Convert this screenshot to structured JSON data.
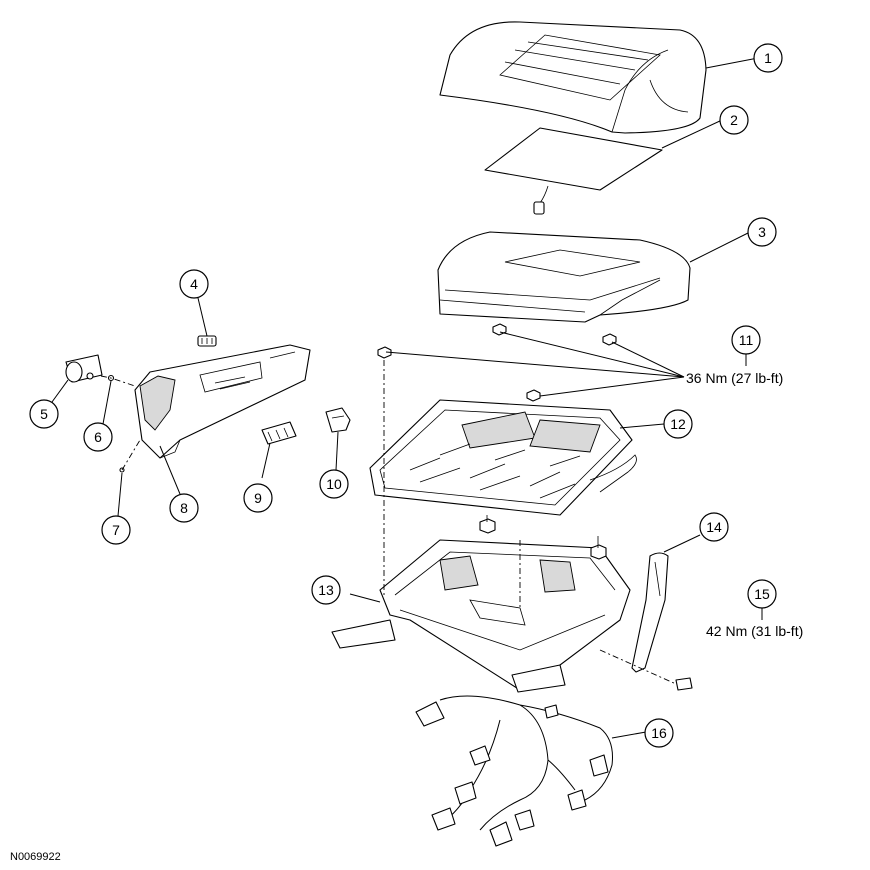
{
  "callouts": [
    "1",
    "2",
    "3",
    "4",
    "5",
    "6",
    "7",
    "8",
    "9",
    "10",
    "11",
    "12",
    "13",
    "14",
    "15",
    "16"
  ],
  "torque_specs": {
    "cushion_nuts": "36 Nm (27 lb-ft)",
    "track_bolt": "42 Nm (31 lb-ft)"
  },
  "figure_reference": "N0069922"
}
